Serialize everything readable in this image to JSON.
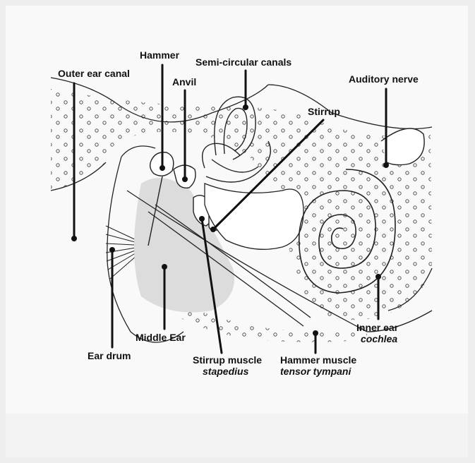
{
  "labels": {
    "outer_ear_canal": "Outer ear canal",
    "hammer": "Hammer",
    "anvil": "Anvil",
    "semicircular_canals": "Semi-circular canals",
    "auditory_nerve": "Auditory nerve",
    "stirrup": "Stirrup",
    "ear_drum": "Ear drum",
    "middle_ear": "Middle Ear",
    "stirrup_muscle": "Stirrup muscle",
    "stirrup_muscle_latin": "stapedius",
    "hammer_muscle": "Hammer muscle",
    "hammer_muscle_latin": "tensor tympani",
    "inner_ear": "Inner ear",
    "inner_ear_latin": "cochlea"
  }
}
